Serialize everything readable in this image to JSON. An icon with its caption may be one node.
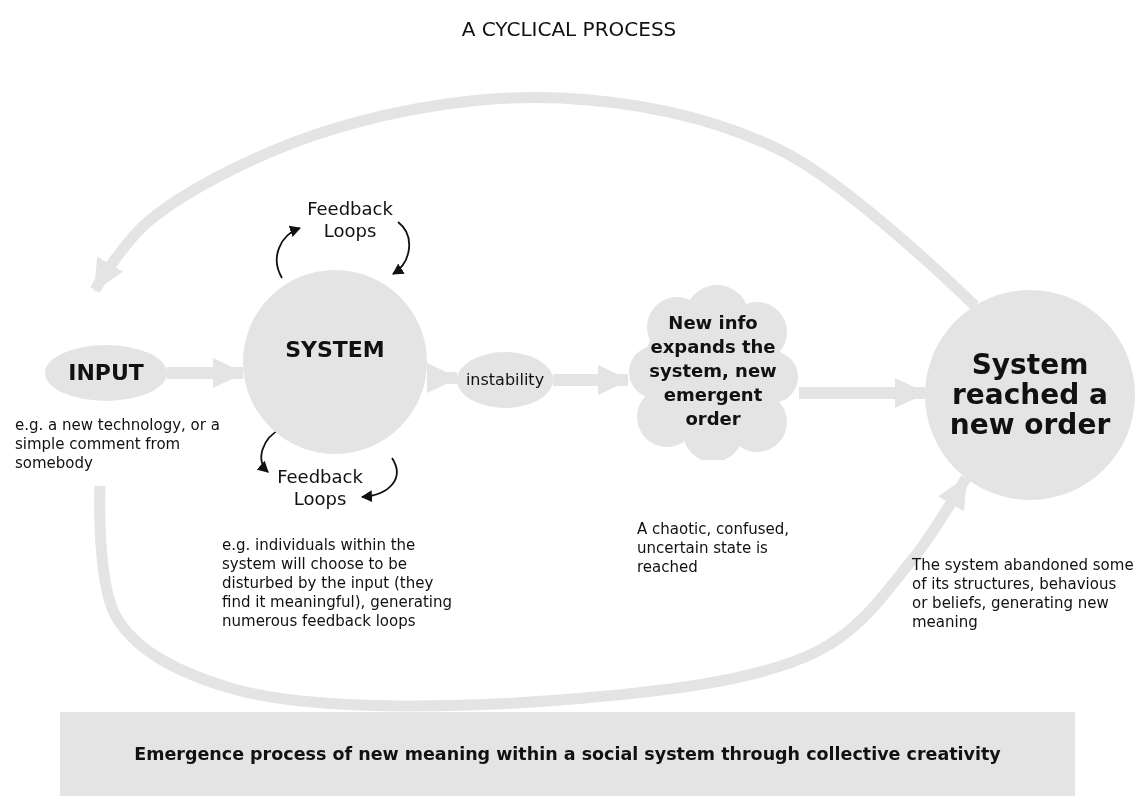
{
  "diagram": {
    "title": "A CYCLICAL PROCESS",
    "caption": "Emergence process of new meaning within a social system through collective creativity",
    "nodes": [
      {
        "text": [
          "INPUT"
        ],
        "beside": [
          "e.g. a new technology, or a simple comment from somebody"
        ]
      },
      {
        "text": [
          "SYSTEM"
        ]
      },
      {
        "text": [
          "instability"
        ]
      },
      {
        "text": [
          "New info expands the system, new emergent order"
        ],
        "beside": [
          "A chaotic, confused, uncertain state is reached"
        ]
      },
      {
        "text": [
          "System reached a new order"
        ],
        "beside": [
          "The system abandoned some of its structures, behavious or beliefs, generating new meaning"
        ]
      }
    ],
    "edges": [
      {
        "from": 0,
        "to": 1,
        "arrow": "to"
      },
      {
        "from": 1,
        "to": 2,
        "arrow": "to"
      },
      {
        "from": 2,
        "to": 3,
        "arrow": "to"
      },
      {
        "from": 3,
        "to": 4,
        "arrow": "to"
      },
      {
        "from": 4,
        "to": 0,
        "arrow": "to"
      },
      {
        "from": 0,
        "to": 4,
        "arrow": "to"
      }
    ],
    "labels": [
      "Feedback Loops",
      "Feedback Loops",
      "e.g. individuals within the system will choose to be disturbed by the input (they find it meaningful), generating numerous feedback loops"
    ]
  }
}
